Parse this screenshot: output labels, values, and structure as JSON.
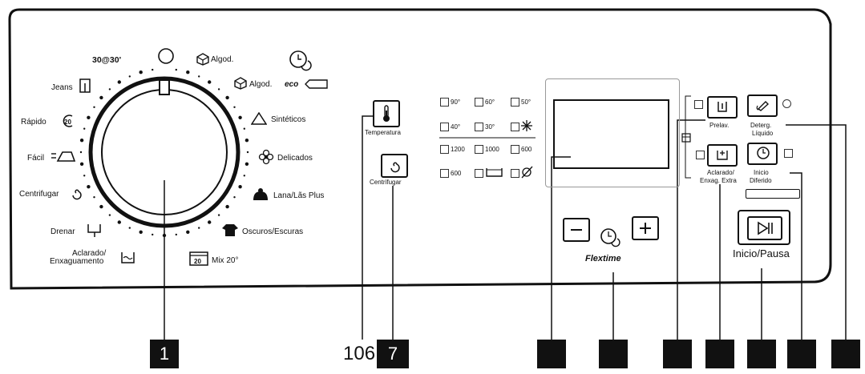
{
  "dial": {
    "labels": {
      "p30": "30@30'",
      "jeans": "Jeans",
      "rapido": "Rápido",
      "facil": "Fácil",
      "centrifugar": "Centrifugar",
      "drenar": "Drenar",
      "aclarado": "Aclarado/",
      "enxaguamento": "Enxaguamento",
      "algod": "Algod.",
      "algod_eco": "Algod.",
      "eco": "eco",
      "sinteticos": "Sintéticos",
      "delicados": "Delicados",
      "lana": "Lana/Lãs Plus",
      "oscuros": "Oscuros/Escuras",
      "mix": "Mix 20°",
      "rapido_icon_text": "20",
      "mix_icon_text": "20"
    }
  },
  "buttons": {
    "temperatura": "Temperatura",
    "centrifugar": "Centrifugar",
    "prelav": "Prelav.",
    "deterg": "Deterg.",
    "liquido": "Líquido",
    "aclarado": "Aclarado/",
    "enxag": "Enxag. Extra",
    "inicio": "Inicio",
    "diferido": "Diferido",
    "flextime": "Flextime",
    "inicio_pausa": "Inicio/Pausa"
  },
  "options": {
    "temps": [
      "90°",
      "60°",
      "50°",
      "40°",
      "30°"
    ],
    "spins": [
      "1200",
      "1000",
      "600",
      "600"
    ]
  },
  "callouts": [
    "1",
    "106",
    "7",
    "",
    "",
    "",
    "",
    "",
    "",
    ""
  ]
}
